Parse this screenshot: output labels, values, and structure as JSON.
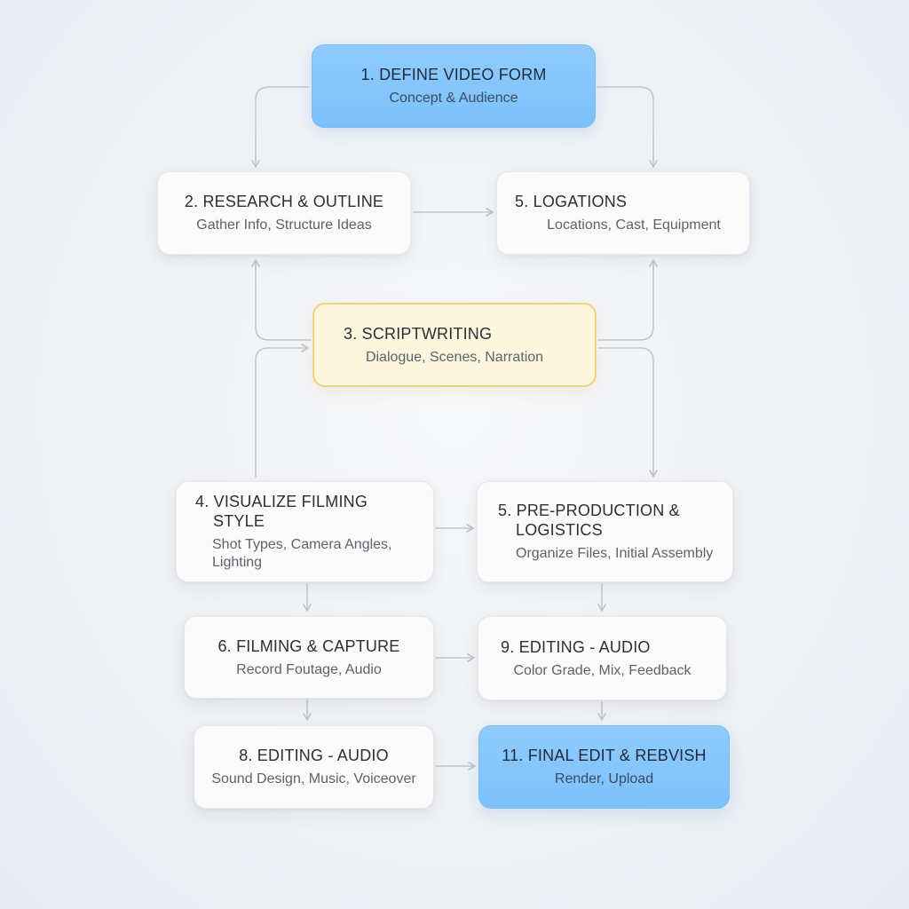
{
  "nodes": {
    "n1": {
      "title": "1. DEFINE VIDEO FORM",
      "subtitle": "Concept & Audience"
    },
    "n2": {
      "title": "2. RESEARCH & OUTLINE",
      "subtitle": "Gather Info, Structure Ideas"
    },
    "n5a": {
      "title": "5. LOGATIONS",
      "subtitle": "Locations, Cast, Equipment"
    },
    "n3": {
      "title": "3. SCRIPTWRITING",
      "subtitle": "Dialogue, Scenes, Narration"
    },
    "n4": {
      "title_line1": "4. VISUALIZE FILMING",
      "title_line2": "STYLE",
      "subtitle": "Shot Types, Camera Angles, Lighting"
    },
    "n5b": {
      "title_line1": "5. PRE-PRODUCTION &",
      "title_line2": "LOGISTICS",
      "subtitle": "Organize Files, Initial Assembly"
    },
    "n6": {
      "title": "6. FILMING & CAPTURE",
      "subtitle": "Record Foutage, Audio"
    },
    "n9": {
      "title": "9. EDITING - AUDIO",
      "subtitle": "Color Grade, Mix, Feedback"
    },
    "n8": {
      "title": "8. EDITING - AUDIO",
      "subtitle": "Sound Design, Music, Voiceover"
    },
    "n11": {
      "title": "11. FINAL EDIT & REBVISH",
      "subtitle": "Render, Upload"
    }
  },
  "colors": {
    "highlight_blue": "#84c6fd",
    "highlight_yellow": "#fdf6de",
    "connector": "#c3c7cf"
  }
}
